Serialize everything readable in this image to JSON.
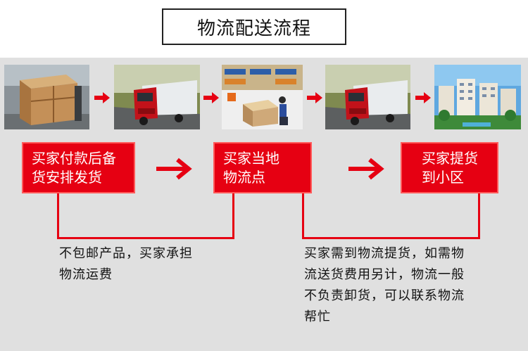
{
  "title": "物流配送流程",
  "colors": {
    "accent": "#e60012",
    "panel": "#e0e0e0"
  },
  "photos": [
    {
      "name": "wooden-crate-photo"
    },
    {
      "name": "red-truck-photo"
    },
    {
      "name": "warehouse-photo"
    },
    {
      "name": "red-truck-photo-2"
    },
    {
      "name": "residential-buildings-photo"
    }
  ],
  "steps": [
    {
      "line1": "买家付款后备",
      "line2": "货安排发货"
    },
    {
      "line1": "买家当地",
      "line2": "物流点"
    },
    {
      "line1": "买家提货",
      "line2": "到小区"
    }
  ],
  "notes": {
    "left": {
      "line1": "不包邮产品，买家承担",
      "line2": "物流运费"
    },
    "right": {
      "line1": "买家需到物流提货，如需物",
      "line2": "流送货费用另计，物流一般",
      "line3": "不负责卸货，可以联系物流",
      "line4": "帮忙"
    }
  }
}
